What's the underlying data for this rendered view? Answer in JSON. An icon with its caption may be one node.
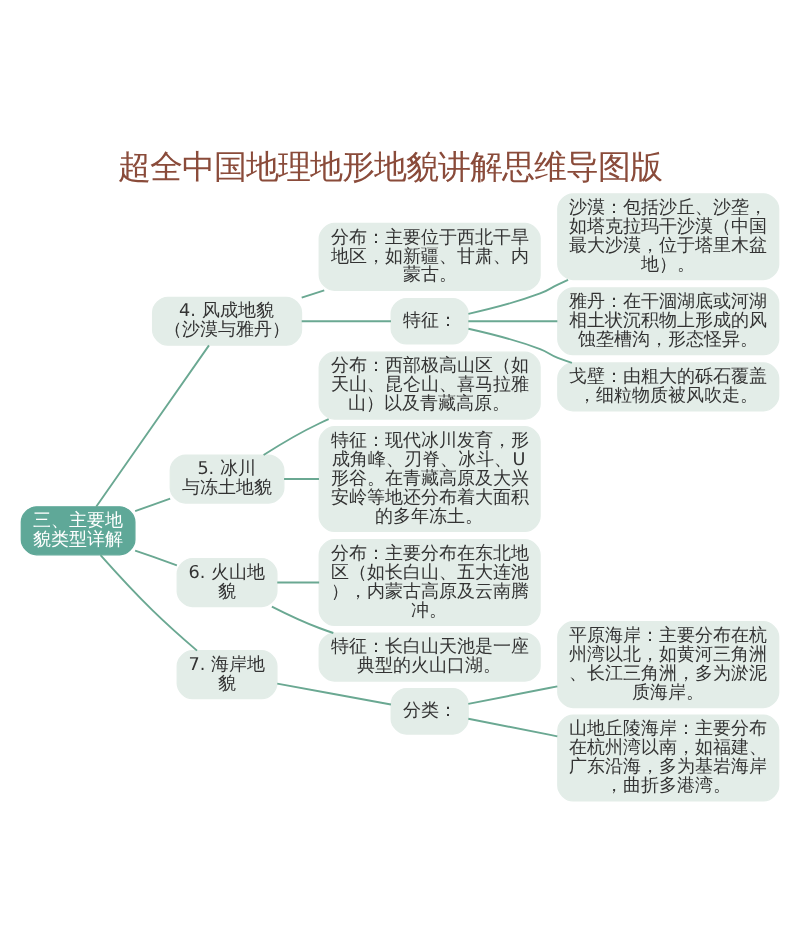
{
  "diagram": {
    "title": "超全中国地理地形地貌讲解思维导图版",
    "nodes": [
      {
        "text": [
          "三、主要地貌类型详解"
        ]
      },
      {
        "text": [
          "4. 风成地貌（沙漠与雅丹）"
        ]
      },
      {
        "text": [
          "分布：主要位于西北干旱地区，如新疆、甘肃、内蒙古。"
        ]
      },
      {
        "text": [
          "特征："
        ]
      },
      {
        "text": [
          "沙漠：包括沙丘、沙垄，如塔克拉玛干沙漠（中国最大沙漠，位于塔里木盆地）。"
        ]
      },
      {
        "text": [
          "雅丹：在干涸湖底或河湖相土状沉积物上形成的风蚀垄槽沟，形态怪异。"
        ]
      },
      {
        "text": [
          "戈壁：由粗大的砾石覆盖，细粒物质被风吹走。"
        ]
      },
      {
        "text": [
          "5. 冰川与冻土地貌"
        ]
      },
      {
        "text": [
          "分布：西部极高山区（如天山、昆仑山、喜马拉雅山）以及青藏高原。"
        ]
      },
      {
        "text": [
          "特征：现代冰川发育，形成角峰、刃脊、冰斗、U形谷。在青藏高原及大兴安岭等地还分布着大面积的多年冻土。"
        ]
      },
      {
        "text": [
          "6. 火山地貌"
        ]
      },
      {
        "text": [
          "分布：主要分布在东北地区（如长白山、五大连池），内蒙古高原及云南腾冲。"
        ]
      },
      {
        "text": [
          "特征：长白山天池是一座典型的火山口湖。"
        ]
      },
      {
        "text": [
          "7. 海岸地貌"
        ]
      },
      {
        "text": [
          "分类："
        ]
      },
      {
        "text": [
          "平原海岸：主要分布在杭州湾以北，如黄河三角洲、长江三角洲，多为淤泥质海岸。"
        ]
      },
      {
        "text": [
          "山地丘陵海岸：主要分布在杭州湾以南，如福建、广东沿海，多为基岩海岸，曲折多港湾。"
        ]
      }
    ],
    "edges": [
      {
        "from": 0,
        "to": 1,
        "arrow": "none"
      },
      {
        "from": 1,
        "to": 2,
        "arrow": "none"
      },
      {
        "from": 1,
        "to": 3,
        "arrow": "none"
      },
      {
        "from": 3,
        "to": 4,
        "arrow": "none"
      },
      {
        "from": 3,
        "to": 5,
        "arrow": "none"
      },
      {
        "from": 3,
        "to": 6,
        "arrow": "none"
      },
      {
        "from": 0,
        "to": 7,
        "arrow": "none"
      },
      {
        "from": 7,
        "to": 8,
        "arrow": "none"
      },
      {
        "from": 7,
        "to": 9,
        "arrow": "none"
      },
      {
        "from": 0,
        "to": 10,
        "arrow": "none"
      },
      {
        "from": 10,
        "to": 11,
        "arrow": "none"
      },
      {
        "from": 10,
        "to": 12,
        "arrow": "none"
      },
      {
        "from": 0,
        "to": 13,
        "arrow": "none"
      },
      {
        "from": 13,
        "to": 14,
        "arrow": "none"
      },
      {
        "from": 14,
        "to": 15,
        "arrow": "none"
      },
      {
        "from": 14,
        "to": 16,
        "arrow": "none"
      }
    ]
  }
}
